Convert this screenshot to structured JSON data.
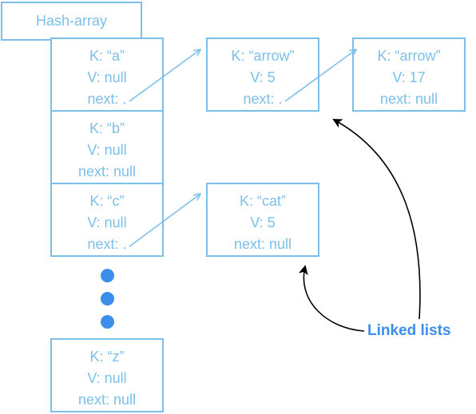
{
  "title": "Hash-array",
  "hash_array": [
    {
      "key": "K: “a”",
      "value": "V: null",
      "next": "next: ."
    },
    {
      "key": "K: “b”",
      "value": "V: null",
      "next": "next: null"
    },
    {
      "key": "K: “c”",
      "value": "V: null",
      "next": "next: ."
    },
    {
      "key": "K: “z”",
      "value": "V: null",
      "next": "next: null"
    }
  ],
  "list_nodes": [
    {
      "key": "K: “arrow”",
      "value": "V: 5",
      "next": "next: ."
    },
    {
      "key": "K: “arrow”",
      "value": "V: 17",
      "next": "next: null"
    },
    {
      "key": "K: “cat”",
      "value": "V: 5",
      "next": "next: null"
    }
  ],
  "callout": "Linked lists",
  "colors": {
    "box_stroke": "#7cc0ea",
    "box_text": "#7cc0ea",
    "pointer_arrow": "#7cc0ea",
    "ellipsis_dot": "#3b8eea",
    "callout_text": "#3b8eea",
    "callout_arrow": "#000000"
  }
}
